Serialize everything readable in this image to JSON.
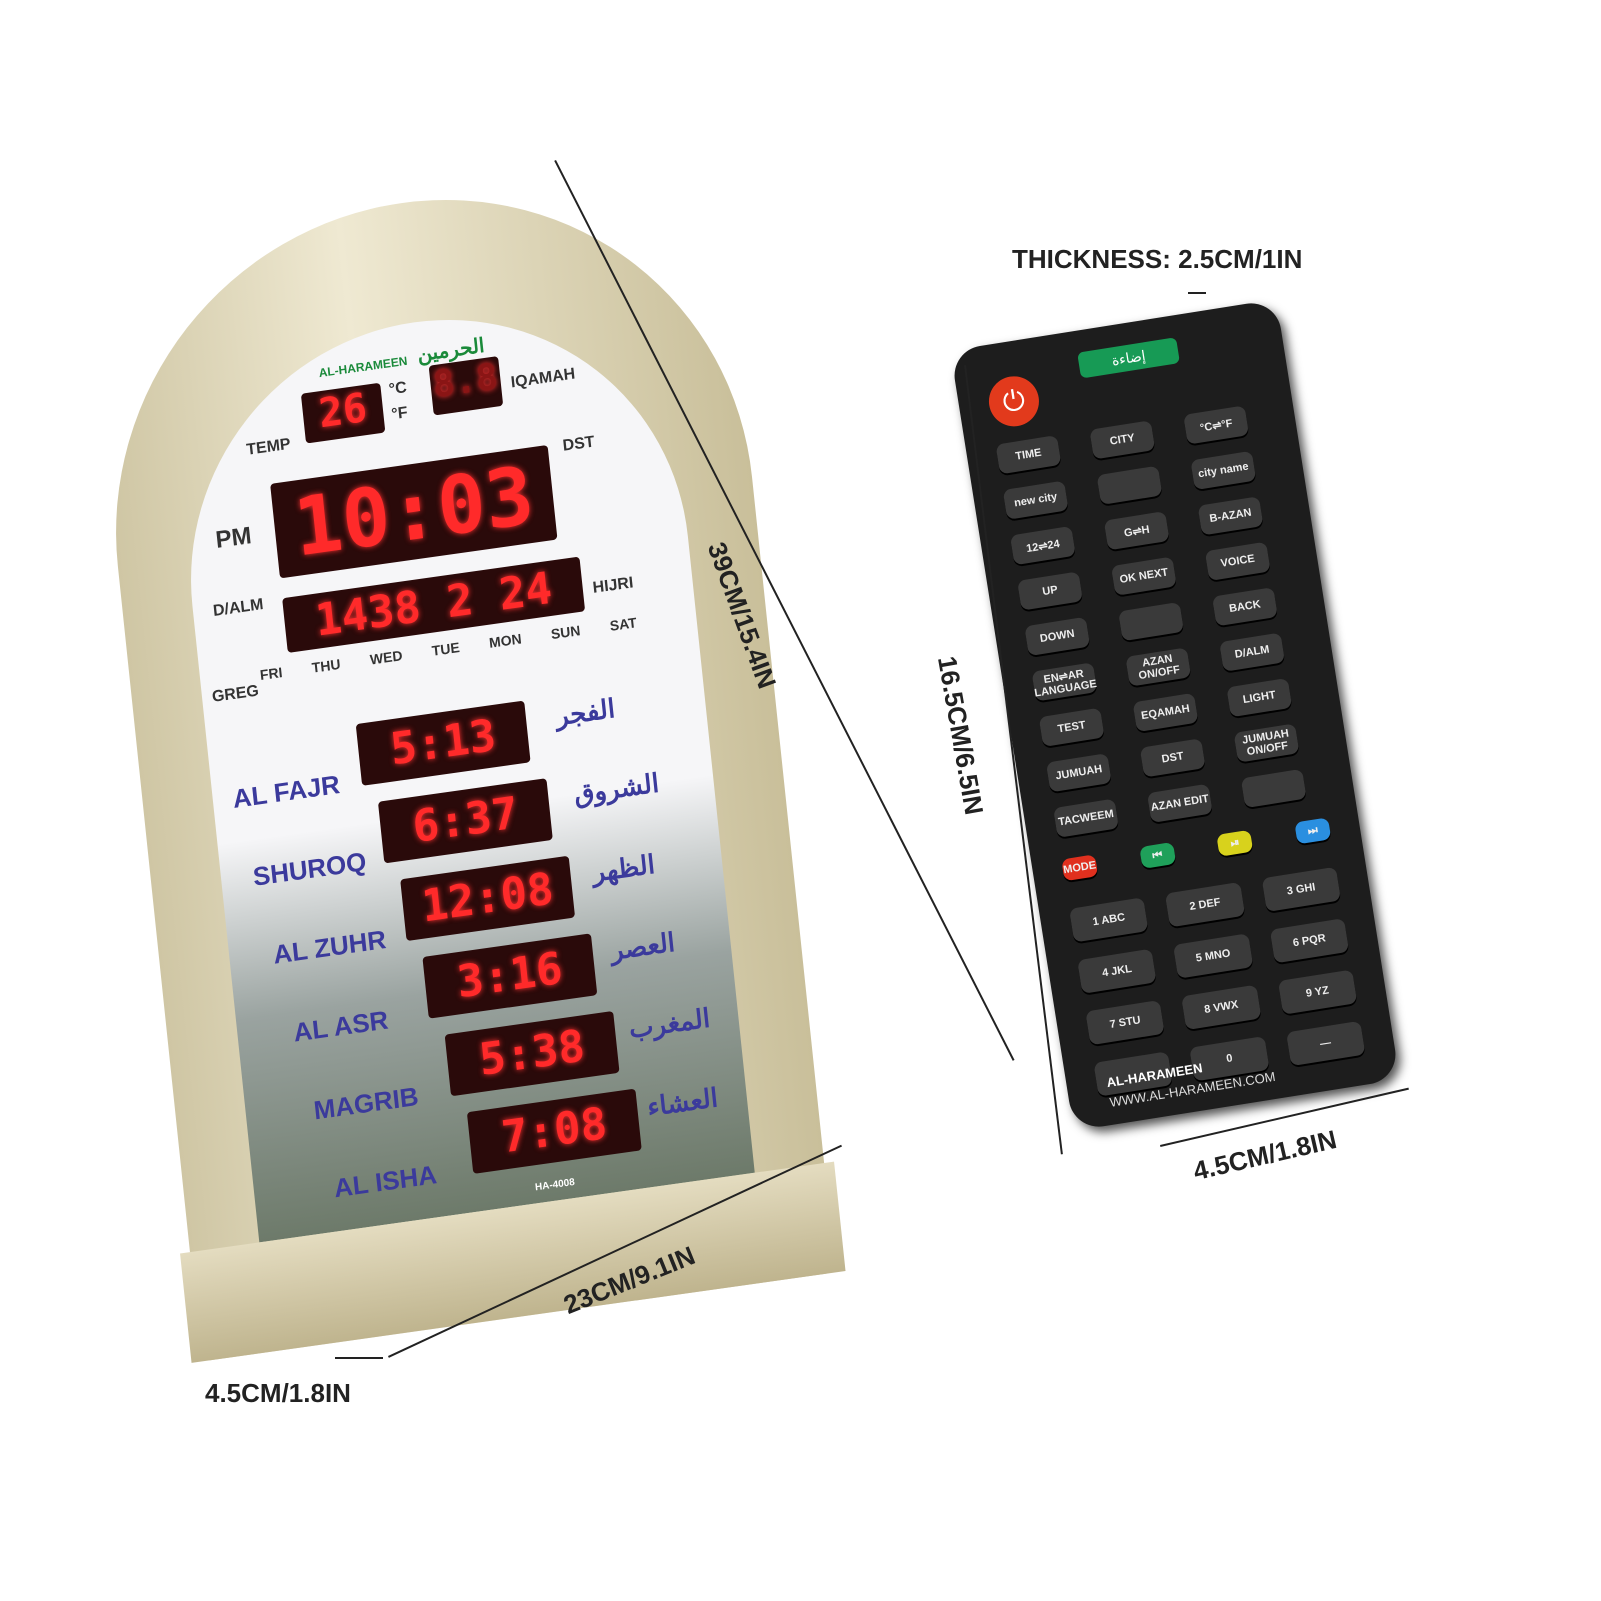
{
  "dimensions": {
    "clock_height": "39CM/15.4IN",
    "clock_width": "23CM/9.1IN",
    "clock_depth": "4.5CM/1.8IN",
    "remote_thickness": "THICKNESS: 2.5CM/1IN",
    "remote_length": "16.5CM/6.5IN",
    "remote_width": "4.5CM/1.8IN"
  },
  "clock": {
    "brand": "AL-HARAMEEN",
    "brand_arabic": "الحرمين",
    "temp_label": "TEMP",
    "temp_value": "26",
    "unit_c": "°C",
    "unit_f": "°F",
    "iqamah_label": "IQAMAH",
    "iqamah_value": "8.8",
    "ampm": "PM",
    "time": "10:03",
    "dst": "DST",
    "dalm": "D/ALM",
    "hijri_label": "HIJRI",
    "greg_label": "GREG",
    "date": "1438 2 24",
    "days": [
      "SAT",
      "SUN",
      "MON",
      "TUE",
      "WED",
      "THU",
      "FRI"
    ],
    "prayers": [
      {
        "name": "AL FAJR",
        "arabic": "الفجر",
        "time": "5:13"
      },
      {
        "name": "SHUROQ",
        "arabic": "الشروق",
        "time": "6:37"
      },
      {
        "name": "AL ZUHR",
        "arabic": "الظهر",
        "time": "12:08"
      },
      {
        "name": "AL ASR",
        "arabic": "العصر",
        "time": "3:16"
      },
      {
        "name": "MAGRIB",
        "arabic": "المغرب",
        "time": "5:38"
      },
      {
        "name": "AL ISHA",
        "arabic": "العشاء",
        "time": "7:08"
      }
    ],
    "model": "HA-4008"
  },
  "remote": {
    "light_label": "إضاءة",
    "buttons": [
      "TIME",
      "CITY",
      "°C⇌°F",
      "new city",
      "",
      "city name",
      "12⇌24",
      "G⇌H",
      "B-AZAN",
      "UP",
      "OK NEXT",
      "VOICE",
      "DOWN",
      "",
      "BACK",
      "EN⇌AR LANGUAGE",
      "AZAN ON/OFF",
      "D/ALM",
      "TEST",
      "EQAMAH",
      "LIGHT",
      "JUMUAH",
      "DST",
      "JUMUAH ON/OFF",
      "TACWEEM",
      "AZAN EDIT",
      ""
    ],
    "color_buttons": [
      {
        "label": "MODE",
        "color": "#e0301e"
      },
      {
        "label": "⏮",
        "color": "#1fa05a"
      },
      {
        "label": "⏯",
        "color": "#d8d21c"
      },
      {
        "label": "⏭",
        "color": "#2a8fe0"
      }
    ],
    "numpad": [
      "1 ABC",
      "2 DEF",
      "3 GHI",
      "4 JKL",
      "5 MNO",
      "6 PQR",
      "7 STU",
      "8 VWX",
      "9 YZ",
      "",
      "0",
      "—"
    ],
    "brand": "AL-HARAMEEN",
    "website": "WWW.AL-HARAMEEN.COM"
  }
}
